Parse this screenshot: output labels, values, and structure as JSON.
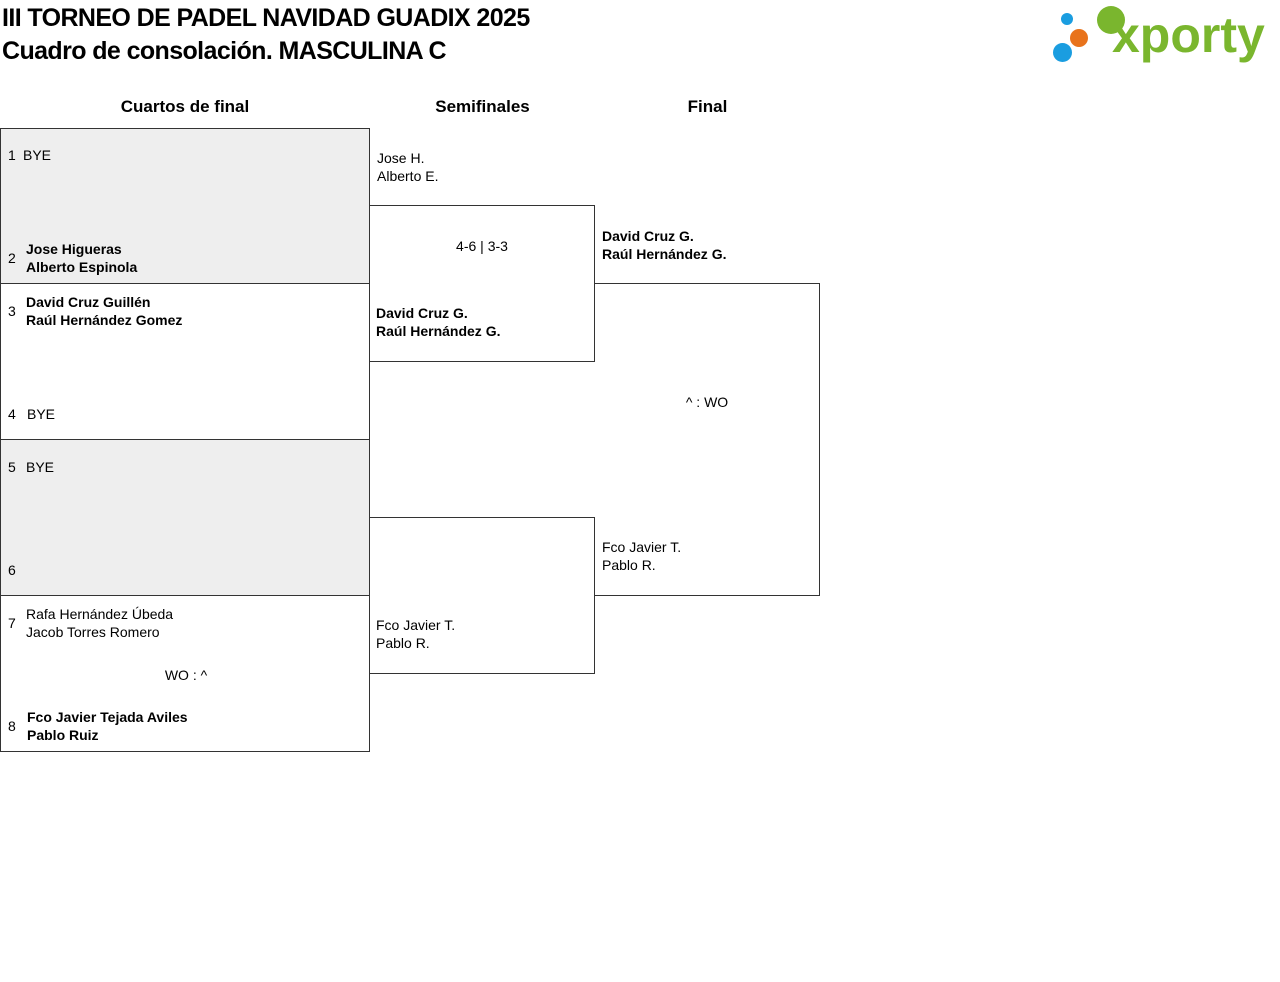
{
  "header": {
    "title": "III TORNEO DE PADEL NAVIDAD GUADIX 2025",
    "subtitle": "Cuadro de consolación. MASCULINA C"
  },
  "logo": {
    "text": "xporty",
    "colors": {
      "green": "#7ab62e",
      "blue": "#1a9de0",
      "orange": "#e8731c"
    }
  },
  "rounds": {
    "quarterfinals": "Cuartos de final",
    "semifinals": "Semifinales",
    "final": "Final"
  },
  "quarterfinals": [
    {
      "top": {
        "seed": "1",
        "line1": "BYE",
        "line2": ""
      },
      "bottom": {
        "seed": "2",
        "line1": "Jose Higueras",
        "line2": "Alberto Espinola"
      },
      "score": ""
    },
    {
      "top": {
        "seed": "3",
        "line1": "David Cruz Guillén",
        "line2": "Raúl Hernández Gomez"
      },
      "bottom": {
        "seed": "4",
        "line1": "BYE",
        "line2": ""
      },
      "score": ""
    },
    {
      "top": {
        "seed": "5",
        "line1": "BYE",
        "line2": ""
      },
      "bottom": {
        "seed": "6",
        "line1": "",
        "line2": ""
      },
      "score": ""
    },
    {
      "top": {
        "seed": "7",
        "line1": "Rafa Hernández Úbeda",
        "line2": "Jacob Torres Romero"
      },
      "bottom": {
        "seed": "8",
        "line1": "Fco Javier Tejada Aviles",
        "line2": "Pablo Ruiz"
      },
      "score": "WO : ^"
    }
  ],
  "semifinals": [
    {
      "entry_top": {
        "line1": "Jose H.",
        "line2": "Alberto E."
      },
      "score": "4-6 | 3-3",
      "entry_bottom": {
        "line1": "David Cruz G.",
        "line2": "Raúl Hernández G."
      }
    },
    {
      "entry_top": {
        "line1": "",
        "line2": ""
      },
      "score": "",
      "entry_bottom": {
        "line1": "Fco Javier T.",
        "line2": "Pablo R."
      }
    }
  ],
  "final": {
    "entry_top": {
      "line1": "David Cruz G.",
      "line2": "Raúl Hernández G."
    },
    "score": "^ : WO",
    "entry_bottom": {
      "line1": "Fco Javier T.",
      "line2": "Pablo R."
    }
  }
}
